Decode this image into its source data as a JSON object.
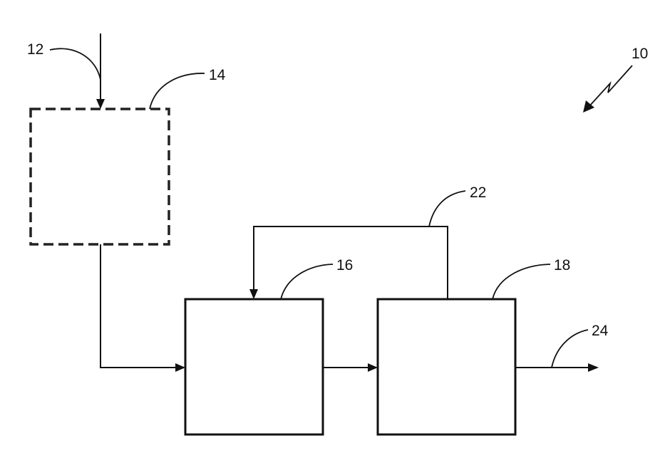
{
  "figure": {
    "labels": {
      "system": "10",
      "input_stream": "12",
      "optional_unit": "14",
      "first_unit": "16",
      "second_unit": "18",
      "recycle_stream": "22",
      "output_stream": "24"
    },
    "units": [
      {
        "ref": "14",
        "style": "dashed",
        "optional": true
      },
      {
        "ref": "16",
        "style": "solid"
      },
      {
        "ref": "18",
        "style": "solid"
      }
    ],
    "streams": [
      {
        "ref": "12",
        "from": "external",
        "to": "14"
      },
      {
        "ref": "",
        "from": "14",
        "to": "16"
      },
      {
        "ref": "",
        "from": "16",
        "to": "18"
      },
      {
        "ref": "22",
        "from": "18",
        "to": "16"
      },
      {
        "ref": "24",
        "from": "18",
        "to": "external"
      }
    ],
    "colors": {
      "ink": "#111111",
      "background": "#ffffff"
    }
  }
}
